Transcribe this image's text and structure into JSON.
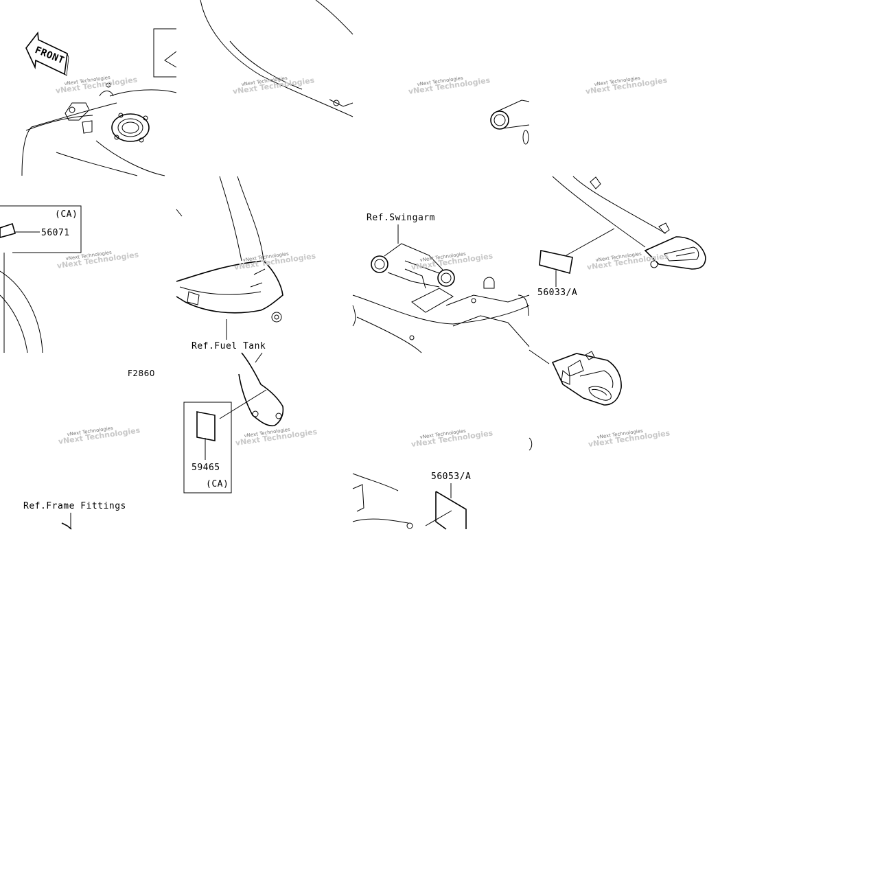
{
  "diagram": {
    "figure_code": "F2860",
    "front_arrow_text": "FRONT",
    "references": {
      "fuel_tank": "Ref.Fuel Tank",
      "swingarm": "Ref.Swingarm",
      "frame_fittings": "Ref.Frame Fittings"
    },
    "parts": [
      {
        "id": "p1",
        "number": "56071",
        "variant": "(CA)"
      },
      {
        "id": "p2",
        "number": "56033/A",
        "variant": ""
      },
      {
        "id": "p3",
        "number": "59465",
        "variant": "(CA)"
      },
      {
        "id": "p4",
        "number": "56053/A",
        "variant": ""
      }
    ],
    "watermark": {
      "text": "vNext Technologies",
      "overlay": "vNext Technologies"
    }
  }
}
